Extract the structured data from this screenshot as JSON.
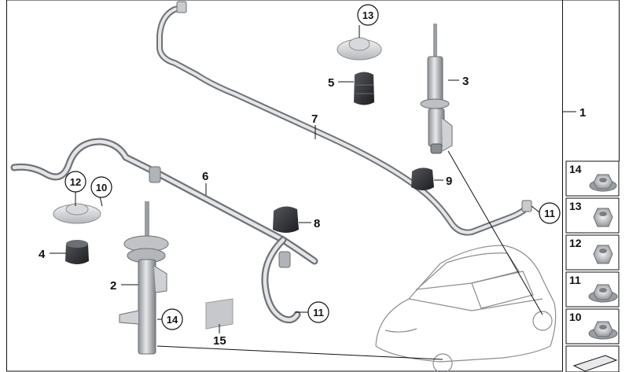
{
  "diagram": {
    "callouts": {
      "c1": "1",
      "c2": "2",
      "c3": "3",
      "c4": "4",
      "c5": "5",
      "c6": "6",
      "c7": "7",
      "c8": "8",
      "c9": "9",
      "c10": "10",
      "c11a": "11",
      "c11b": "11",
      "c12": "12",
      "c13": "13",
      "c14": "14",
      "c15": "15"
    },
    "sidebar": {
      "items": [
        {
          "label": "14",
          "part": "flange-nut"
        },
        {
          "label": "13",
          "part": "hex-nut"
        },
        {
          "label": "12",
          "part": "hex-nut"
        },
        {
          "label": "11",
          "part": "flange-nut"
        },
        {
          "label": "10",
          "part": "flange-nut"
        }
      ]
    },
    "colors": {
      "line": "#111111",
      "part_fill": "#c9cbce",
      "part_stroke": "#6b6e72",
      "rubber": "#2b2c2f",
      "car_stroke": "#8a8d91"
    }
  }
}
